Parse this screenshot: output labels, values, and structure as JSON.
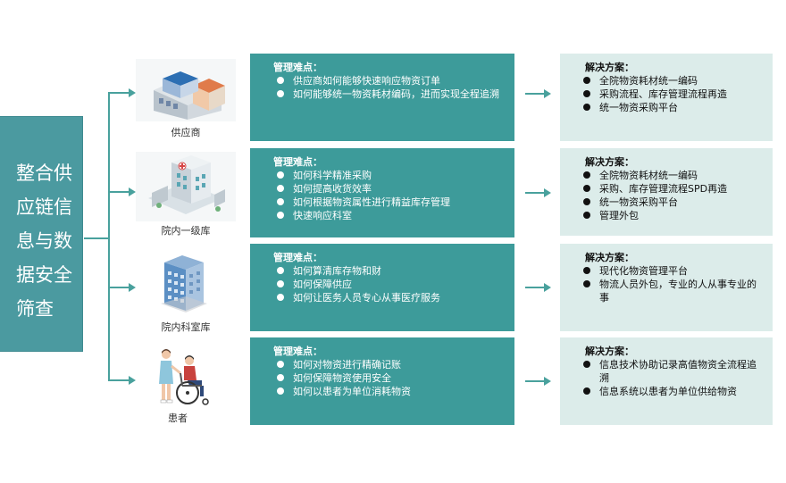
{
  "main_title": "整合供应链信息与数据安全筛查",
  "main_title_lines": [
    "整合供",
    "应链信",
    "息与数",
    "据安全",
    "筛查"
  ],
  "rows": [
    {
      "caption": "供应商",
      "icon": "supplier-building-icon",
      "problem_title": "管理难点：",
      "problems": [
        "供应商如何能够快速响应物资订单",
        "如何能够统一物资耗材编码，进而实现全程追溯"
      ],
      "solution_title": "解决方案：",
      "solutions": [
        "全院物资耗材统一编码",
        "采购流程、库存管理流程再造",
        "统一物资采购平台"
      ]
    },
    {
      "caption": "院内一级库",
      "icon": "hospital-building-icon",
      "problem_title": "管理难点：",
      "problems": [
        "如何科学精准采购",
        "如何提高收货效率",
        "如何根据物资属性进行精益库存管理",
        "快速响应科室"
      ],
      "solution_title": "解决方案：",
      "solutions": [
        "全院物资耗材统一编码",
        "采购、库存管理流程SPD再造",
        "统一物资采购平台",
        "管理外包"
      ]
    },
    {
      "caption": "院内科室库",
      "icon": "office-building-icon",
      "problem_title": "管理难点：",
      "problems": [
        "如何算清库存物和财",
        "如何保障供应",
        "如何让医务人员专心从事医疗服务"
      ],
      "solution_title": "解决方案：",
      "solutions": [
        "现代化物资管理平台",
        "物流人员外包，专业的人从事专业的事"
      ]
    },
    {
      "caption": "患者",
      "icon": "patient-wheelchair-icon",
      "problem_title": "管理难点：",
      "problems": [
        "如何对物资进行精确记账",
        "如何保障物资使用安全",
        "如何以患者为单位消耗物资"
      ],
      "solution_title": "解决方案：",
      "solutions": [
        "信息技术协助记录高值物资全流程追溯",
        "信息系统以患者为单位供给物资"
      ]
    }
  ],
  "colors": {
    "main_box": "#4b9aa0",
    "problem_box": "#3d9b9a",
    "solution_box": "#dcecea",
    "connector": "#49a19d"
  }
}
